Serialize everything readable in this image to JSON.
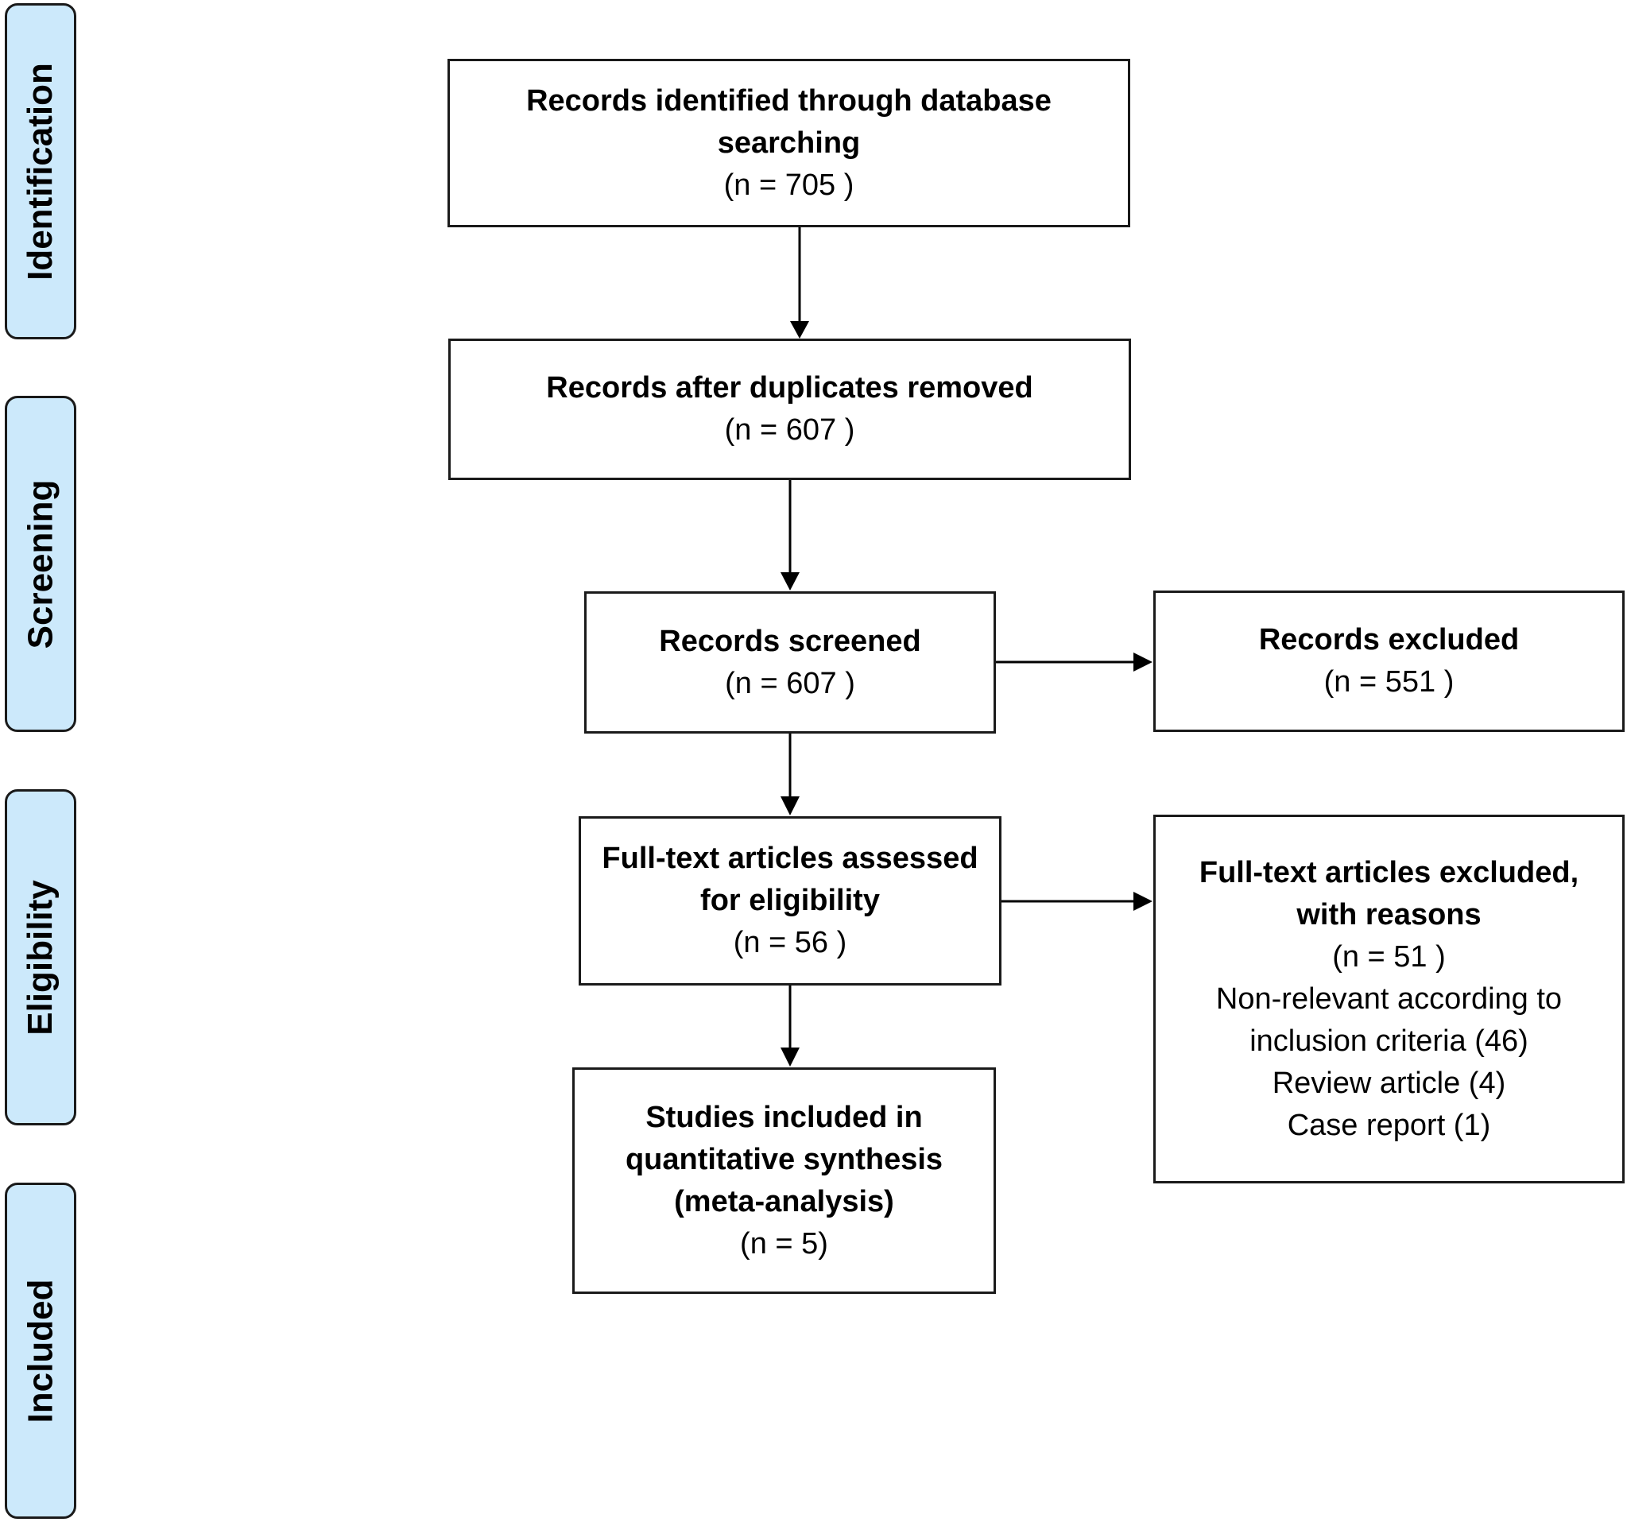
{
  "colors": {
    "stage_fill": "#cce9fb",
    "box_border": "#1a1a1a",
    "arrow": "#000000"
  },
  "stages": [
    {
      "label": "Identification"
    },
    {
      "label": "Screening"
    },
    {
      "label": "Eligibility"
    },
    {
      "label": "Included"
    }
  ],
  "boxes": {
    "identified": {
      "title_lines": [
        "Records identified through database",
        "searching"
      ],
      "count": "(n = 705 )"
    },
    "deduplicated": {
      "title_lines": [
        "Records after duplicates removed"
      ],
      "count": "(n = 607 )"
    },
    "screened": {
      "title_lines": [
        "Records screened"
      ],
      "count": "(n =  607 )"
    },
    "excluded": {
      "title_lines": [
        "Records excluded"
      ],
      "count": "(n = 551 )"
    },
    "fulltext": {
      "title_lines": [
        "Full-text articles assessed",
        "for eligibility"
      ],
      "count": "(n =  56 )"
    },
    "fulltext_excluded": {
      "title_lines": [
        "Full-text articles excluded,",
        "with reasons"
      ],
      "count": "(n =  51 )",
      "reasons": [
        "Non-relevant according to",
        "inclusion criteria (46)",
        "Review article (4)",
        "Case report (1)"
      ]
    },
    "included": {
      "title_lines": [
        "Studies included in",
        "quantitative synthesis",
        "(meta-analysis)"
      ],
      "count": "(n =   5)"
    }
  }
}
